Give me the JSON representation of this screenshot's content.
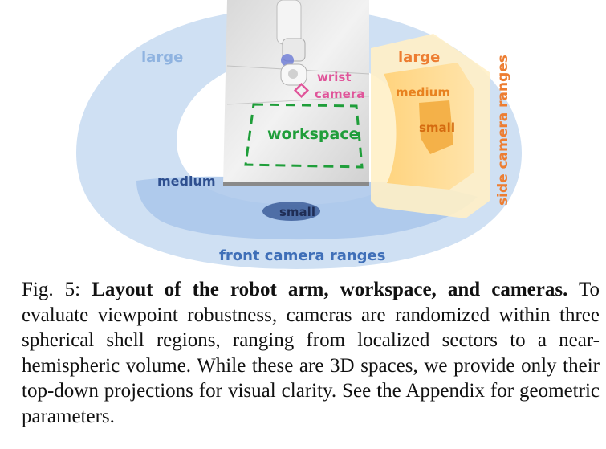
{
  "figure": {
    "labels": {
      "front_large": "large",
      "front_medium": "medium",
      "front_small": "small",
      "front_title": "front camera ranges",
      "side_large": "large",
      "side_medium": "medium",
      "side_small": "small",
      "side_title": "side camera ranges",
      "wrist_line1": "wrist",
      "wrist_line2": "camera",
      "workspace": "workspace"
    },
    "colors": {
      "front_shell": "#5b9bd5",
      "front_label": "#8fb3e0",
      "front_dark": "#2e4f8f",
      "side_shell": "#f2a93b",
      "side_label": "#ed7d31",
      "wrist": "#e0559a",
      "workspace": "#1f9e3a"
    }
  },
  "caption": {
    "fig_num": "Fig. 5:",
    "title": "Layout of the robot arm, workspace, and cameras.",
    "body": "To evaluate viewpoint robustness, cameras are randomized within three spherical shell regions, ranging from localized sectors to a near-hemispheric volume. While these are 3D spaces, we provide only their top-down projections for visual clarity. See the Appendix for geometric parameters."
  }
}
